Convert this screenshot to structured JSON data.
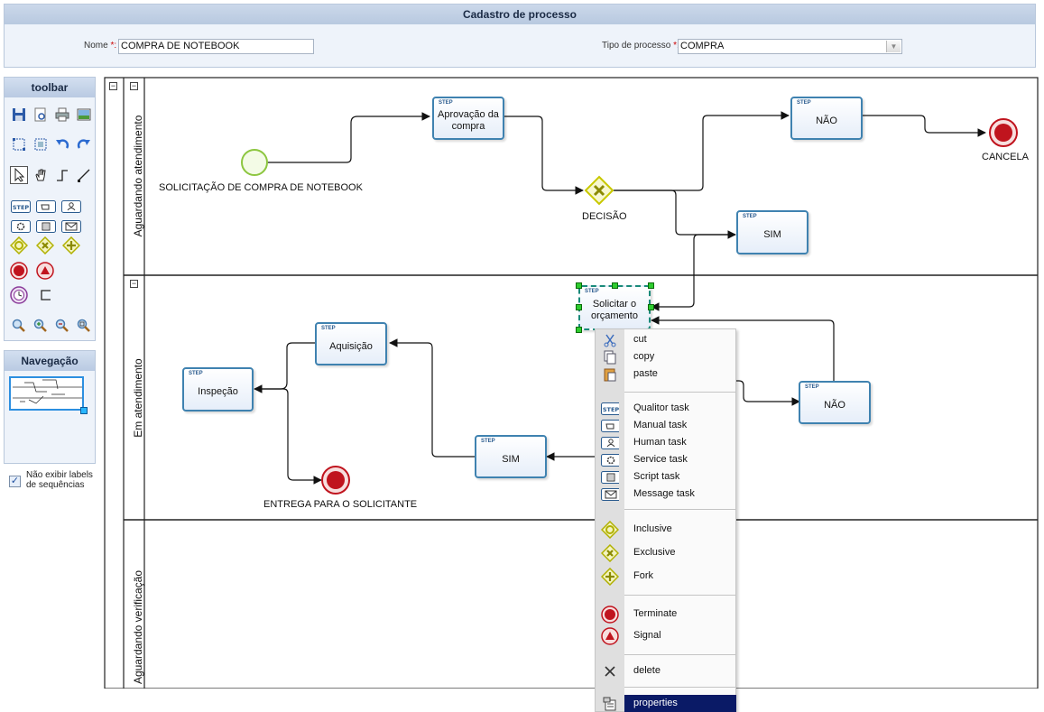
{
  "header": {
    "title": "Cadastro de processo",
    "name_label": "Nome",
    "name_value": "COMPRA DE NOTEBOOK",
    "type_label": "Tipo de processo",
    "type_value": "COMPRA",
    "required_mark": "*:"
  },
  "toolbar": {
    "title": "toolbar",
    "icons": [
      "save-icon",
      "print-preview-icon",
      "print-icon",
      "image-icon",
      "select-all-icon",
      "select-group-icon",
      "undo-icon",
      "redo-icon",
      "pointer-icon",
      "hand-icon",
      "connector-elbow-icon",
      "connector-straight-icon",
      "qualitor-step-icon",
      "manual-task-icon",
      "human-task-icon",
      "service-task-icon",
      "script-task-icon",
      "message-task-icon",
      "inclusive-gateway-icon",
      "exclusive-gateway-icon",
      "fork-gateway-icon",
      "terminate-event-icon",
      "signal-event-icon",
      "timer-event-icon",
      "annotation-icon",
      "zoom-in-icon",
      "zoom-plus-icon",
      "zoom-out-icon",
      "zoom-fit-icon"
    ]
  },
  "navigation": {
    "title": "Navegação"
  },
  "options": {
    "hide_labels": "Não exibir labels de sequências",
    "hide_labels_checked": true
  },
  "diagram": {
    "lanes": [
      {
        "label": "Aguardando atendimento"
      },
      {
        "label": "Em atendimento"
      },
      {
        "label": "Aguardando verificação"
      }
    ],
    "step_tag": "STEP",
    "tasks": {
      "aprovacao": "Aprovação da compra",
      "nao_top": "NÃO",
      "sim_top": "SIM",
      "solicitar": "Solicitar o orçamento",
      "aquisicao": "Aquisição",
      "inspecao": "Inspeção",
      "sim_mid": "SIM",
      "nao_mid": "NÃO"
    },
    "events": {
      "start": "SOLICITAÇÃO DE COMPRA DE NOTEBOOK",
      "decision": "DECISÃO",
      "cancel": "CANCELA",
      "delivery": "ENTREGA PARA O SOLICITANTE"
    }
  },
  "context_menu": {
    "items": [
      {
        "label": "cut",
        "icon": "cut-icon"
      },
      {
        "label": "copy",
        "icon": "copy-icon"
      },
      {
        "label": "paste",
        "icon": "paste-icon"
      },
      {
        "label": "Qualitor task",
        "icon": "qualitor-step-icon"
      },
      {
        "label": "Manual task",
        "icon": "manual-task-icon"
      },
      {
        "label": "Human task",
        "icon": "human-task-icon"
      },
      {
        "label": "Service task",
        "icon": "service-task-icon"
      },
      {
        "label": "Script task",
        "icon": "script-task-icon"
      },
      {
        "label": "Message task",
        "icon": "message-task-icon"
      },
      {
        "label": "Inclusive",
        "icon": "inclusive-gateway-icon"
      },
      {
        "label": "Exclusive",
        "icon": "exclusive-gateway-icon"
      },
      {
        "label": "Fork",
        "icon": "fork-gateway-icon"
      },
      {
        "label": "Terminate",
        "icon": "terminate-event-icon"
      },
      {
        "label": "Signal",
        "icon": "signal-event-icon"
      },
      {
        "label": "delete",
        "icon": "delete-icon"
      },
      {
        "label": "properties",
        "icon": "properties-icon"
      }
    ],
    "selected": "properties"
  },
  "colors": {
    "task_border": "#3f82b0",
    "gateway": "#c8c800",
    "end_event": "#c0141e",
    "start_event": "#8cc63f",
    "menu_selected": "#0a1a66"
  }
}
